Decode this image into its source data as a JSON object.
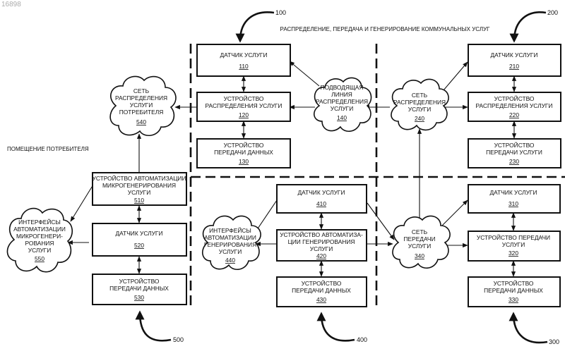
{
  "watermark": "16898",
  "header": "РАСПРЕДЕЛЕНИЕ, ПЕРЕДАЧА И ГЕНЕРИРОВАНИЕ КОММУНАЛЬНЫХ УСЛУГ",
  "consumer_label": "ПОМЕЩЕНИЕ ПОТРЕБИТЕЛЯ",
  "refs": {
    "r100": "100",
    "r200": "200",
    "r300": "300",
    "r400": "400",
    "r500": "500"
  },
  "boxes": {
    "b110": {
      "l1": "ДАТЧИК УСЛУГИ",
      "num": "110"
    },
    "b120": {
      "l1": "УСТРОЙСТВО",
      "l2": "РАСПРЕДЕЛЕНИЯ УСЛУГИ",
      "num": "120"
    },
    "b130": {
      "l1": "УСТРОЙСТВО",
      "l2": "ПЕРЕДАЧИ ДАННЫХ",
      "num": "130"
    },
    "b210": {
      "l1": "ДАТЧИК УСЛУГИ",
      "num": "210"
    },
    "b220": {
      "l1": "УСТРОЙСТВО",
      "l2": "РАСПРЕДЕЛЕНИЯ УСЛУГИ",
      "num": "220"
    },
    "b230": {
      "l1": "УСТРОЙСТВО",
      "l2": "ПЕРЕДАЧИ УСЛУГИ",
      "num": "230"
    },
    "b310": {
      "l1": "ДАТЧИК УСЛУГИ",
      "num": "310"
    },
    "b320": {
      "l1": "УСТРОЙСТВО ПЕРЕДАЧИ",
      "l2": "УСЛУГИ",
      "num": "320"
    },
    "b330": {
      "l1": "УСТРОЙСТВО",
      "l2": "ПЕРЕДАЧИ ДАННЫХ",
      "num": "330"
    },
    "b410": {
      "l1": "ДАТЧИК УСЛУГИ",
      "num": "410"
    },
    "b420": {
      "l1": "УСТРОЙСТВО АВТОМАТИЗА-",
      "l2": "ЦИИ ГЕНЕРИРОВАНИЯ",
      "l3": "УСЛУГИ",
      "num": "420"
    },
    "b430": {
      "l1": "УСТРОЙСТВО",
      "l2": "ПЕРЕДАЧИ ДАННЫХ",
      "num": "430"
    },
    "b510": {
      "l1": "УСТРОЙСТВО АВТОМАТИЗАЦИИ",
      "l2": "МИКРОГЕНЕРИРОВАНИЯ",
      "l3": "УСЛУГИ",
      "num": "510"
    },
    "b520": {
      "l1": "ДАТЧИК УСЛУГИ",
      "num": "520"
    },
    "b530": {
      "l1": "УСТРОЙСТВО",
      "l2": "ПЕРЕДАЧИ ДАННЫХ",
      "num": "530"
    }
  },
  "clouds": {
    "c140": {
      "l1": "ПОДВОДЯЩАЯ",
      "l2": "ЛИНИЯ",
      "l3": "РАСПРЕДЕЛЕНИЯ",
      "l4": "УСЛУГИ",
      "num": "140"
    },
    "c240": {
      "l1": "СЕТЬ",
      "l2": "РАСПРЕДЕЛЕНИЯ",
      "l3": "УСЛУГИ",
      "num": "240"
    },
    "c340": {
      "l1": "СЕТЬ",
      "l2": "ПЕРЕДАЧИ",
      "l3": "УСЛУГИ",
      "num": "340"
    },
    "c440": {
      "l1": "ИНТЕРФЕЙСЫ",
      "l2": "АВТОМАТИЗАЦИИ",
      "l3": "ГЕНЕРИРОВАНИЯ",
      "l4": "УСЛУГИ",
      "num": "440"
    },
    "c540": {
      "l1": "СЕТЬ",
      "l2": "РАСПРЕДЕЛЕНИЯ",
      "l3": "УСЛУГИ",
      "l4": "ПОТРЕБИТЕЛЯ",
      "num": "540"
    },
    "c550": {
      "l1": "ИНТЕРФЕЙСЫ",
      "l2": "АВТОМАТИЗАЦИИ",
      "l3": "МИКРОГЕНЕРИ-",
      "l4": "РОВАНИЯ",
      "l5": "УСЛУГИ",
      "num": "550"
    }
  }
}
